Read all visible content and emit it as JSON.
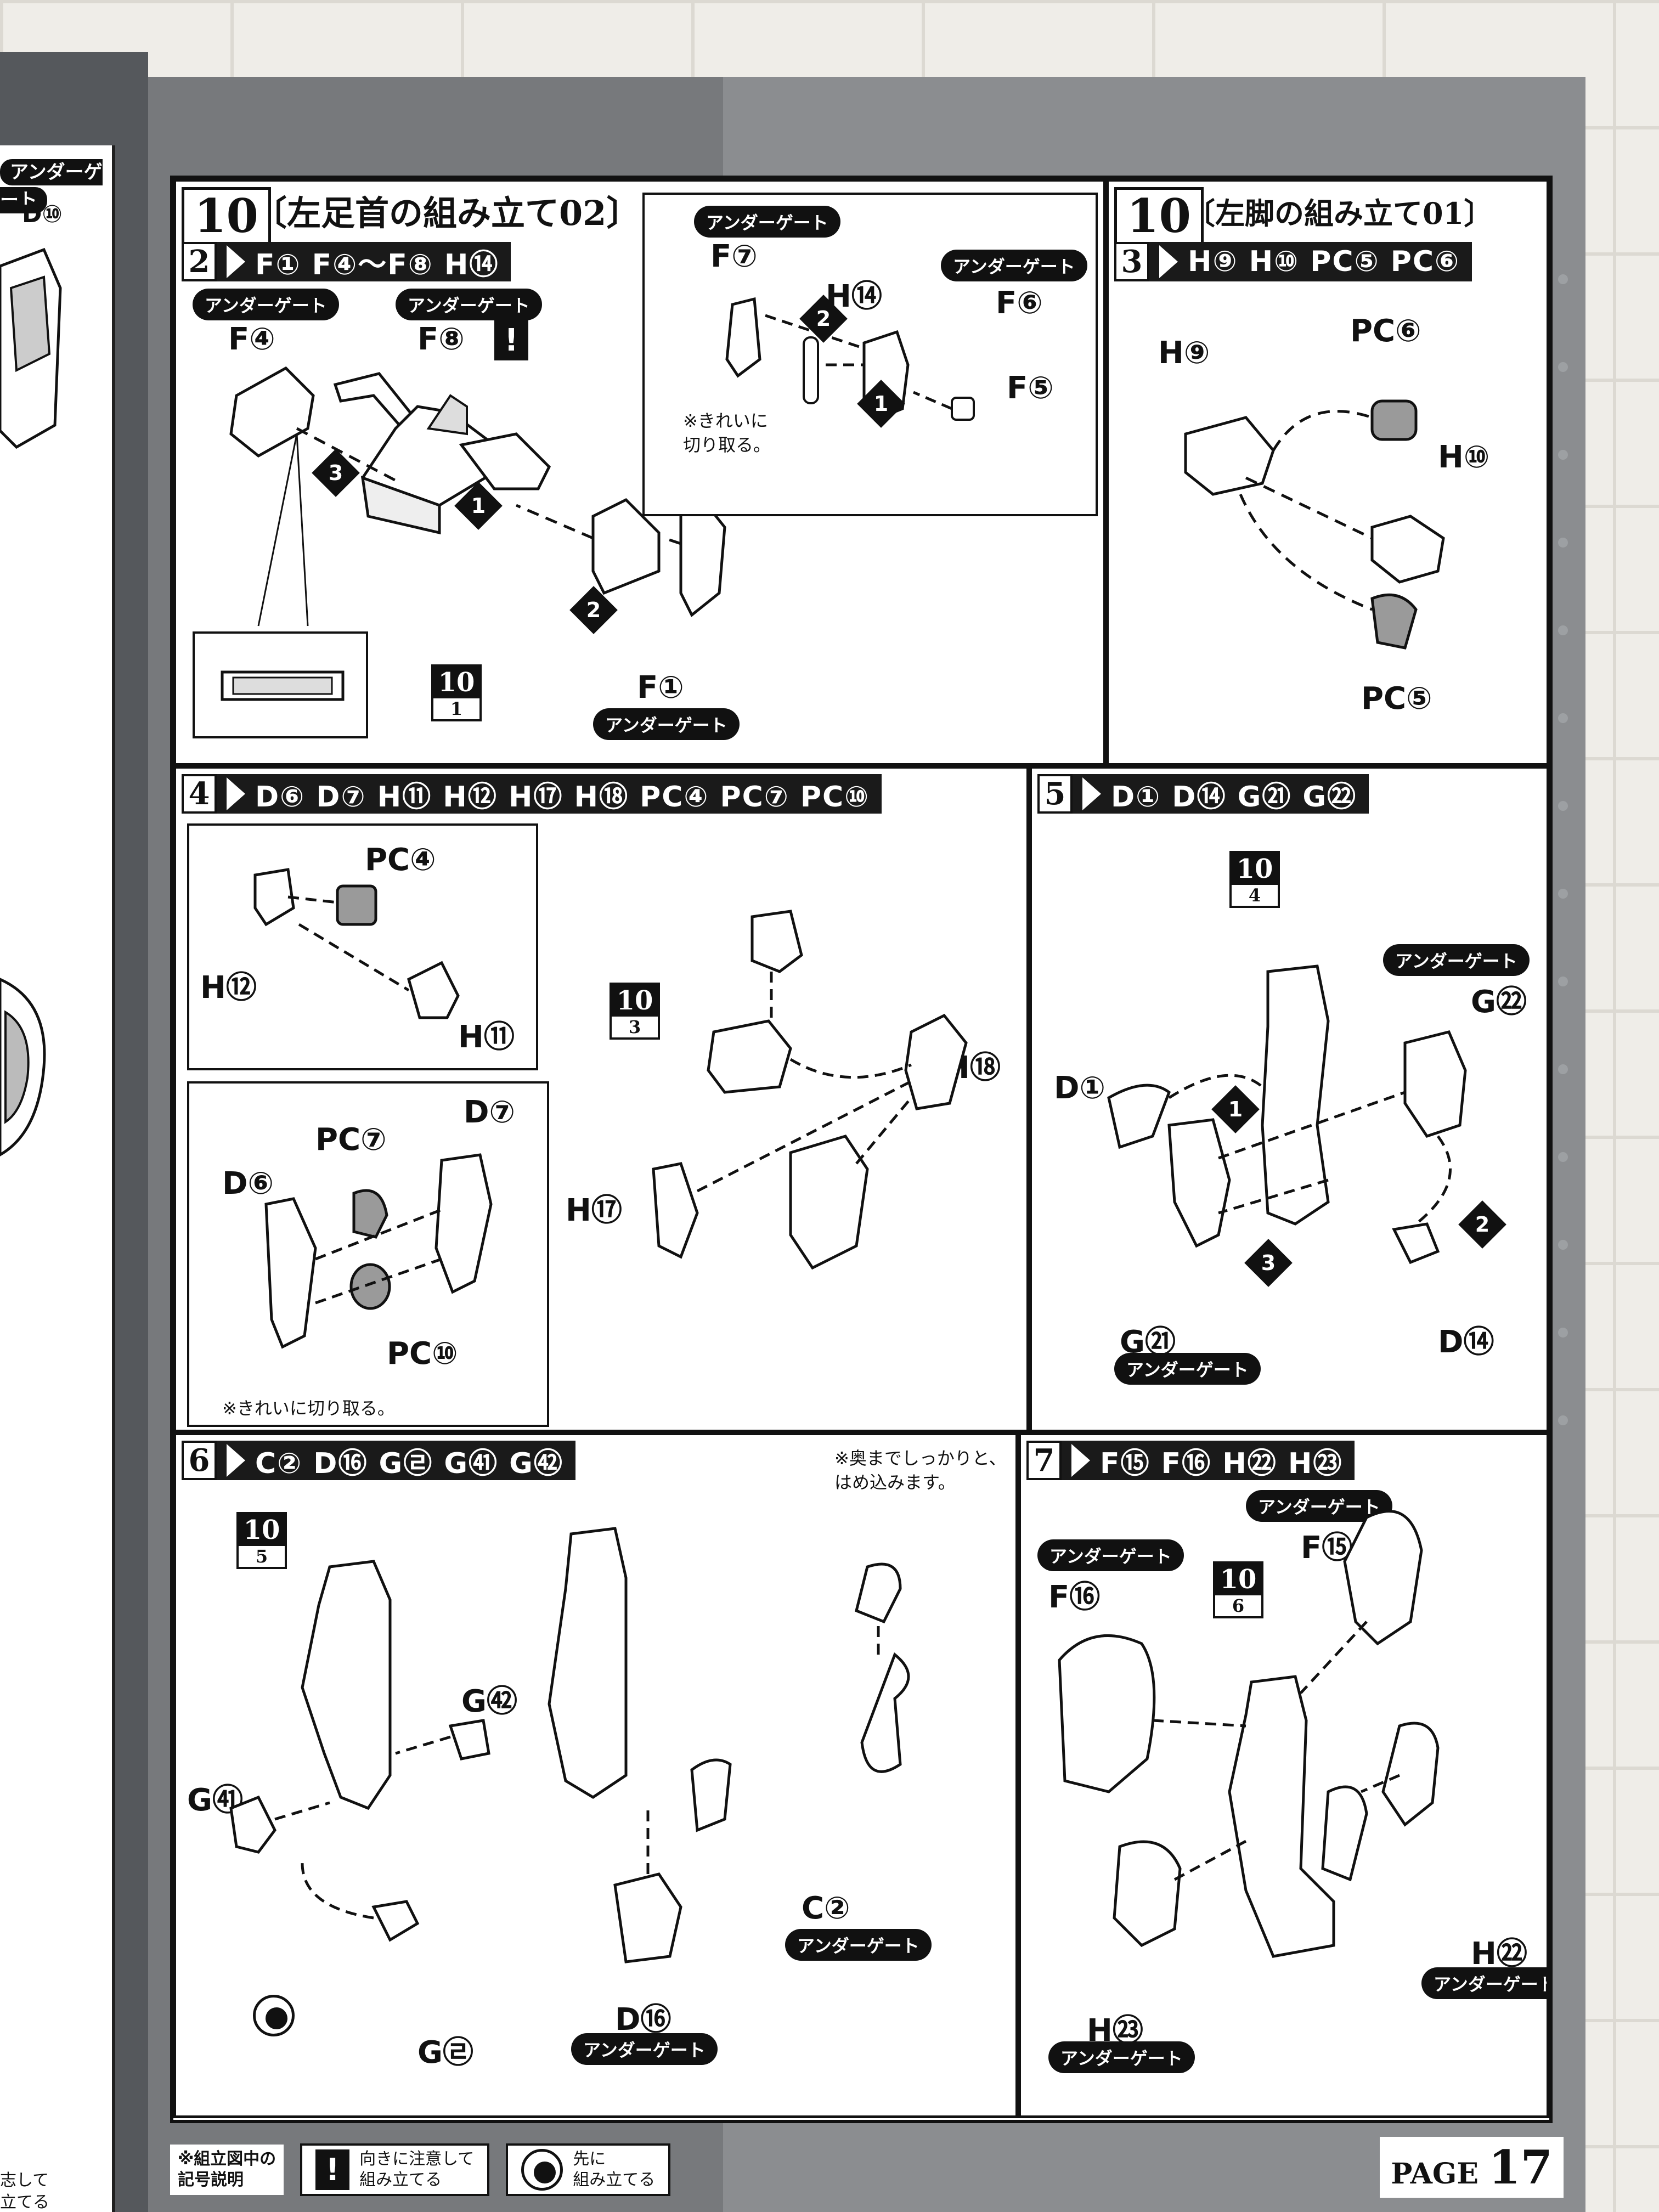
{
  "left_page": {
    "label_d10": "D⑩",
    "gate_label": "アンダーゲート",
    "footer": "志して\n立てる"
  },
  "section_a": {
    "number": "10",
    "title": "〔左足首の組み立て02〕",
    "step": "2",
    "parts": "F① F④～F⑧ H⑭",
    "labels": {
      "f4": "F④",
      "f8": "F⑧",
      "f1": "F①",
      "f7": "F⑦",
      "h14": "H⑭",
      "f6": "F⑥",
      "f5": "F⑤"
    },
    "gate": "アンダーゲート",
    "note": "※きれいに\n切り取る。",
    "ref_top": "10",
    "ref_bottom": "1",
    "excl": "!"
  },
  "section_b": {
    "number": "10",
    "title": "〔左脚の組み立て01〕",
    "step": "3",
    "parts": "H⑨ H⑩ PC⑤ PC⑥",
    "labels": {
      "h9": "H⑨",
      "pc6": "PC⑥",
      "h10": "H⑩",
      "pc5": "PC⑤"
    }
  },
  "step4": {
    "step": "4",
    "parts": "D⑥ D⑦ H⑪ H⑫ H⑰ H⑱ PC④ PC⑦ PC⑩",
    "labels": {
      "pc4": "PC④",
      "h12": "H⑫",
      "h11": "H⑪",
      "pc7": "PC⑦",
      "d7": "D⑦",
      "d6": "D⑥",
      "pc10": "PC⑩",
      "h18": "H⑱",
      "h17": "H⑰"
    },
    "note": "※きれいに切り取る。",
    "ref_top": "10",
    "ref_bottom": "3"
  },
  "step5": {
    "step": "5",
    "parts": "D① D⑭ G㉑ G㉒",
    "labels": {
      "d1": "D①",
      "g26": "G㉒",
      "g25": "G㉑",
      "d14": "D⑭"
    },
    "gate": "アンダーゲート",
    "ref_top": "10",
    "ref_bottom": "4"
  },
  "step6": {
    "step": "6",
    "parts": "C② D⑯ G㉣ G㊶ G㊷",
    "labels": {
      "g42": "G㊷",
      "g41": "G㊶",
      "g38": "G㉣",
      "c2": "C②",
      "d16": "D⑯"
    },
    "gate": "アンダーゲート",
    "note": "※奥までしっかりと、\nはめ込みます。",
    "ref_top": "10",
    "ref_bottom": "5"
  },
  "step7": {
    "step": "7",
    "parts": "F⑮ F⑯ H㉒ H㉓",
    "labels": {
      "f15": "F⑮",
      "f16": "F⑯",
      "h22": "H㉒",
      "h23": "H㉓"
    },
    "gate": "アンダーゲート",
    "ref_top": "10",
    "ref_bottom": "6"
  },
  "legend": {
    "title": "※組立図中の\n記号説明",
    "orient": "向きに注意して\n組み立てる",
    "first": "先に\n組み立てる",
    "excl": "!"
  },
  "page": {
    "prefix": "PAGE",
    "number": "17"
  }
}
